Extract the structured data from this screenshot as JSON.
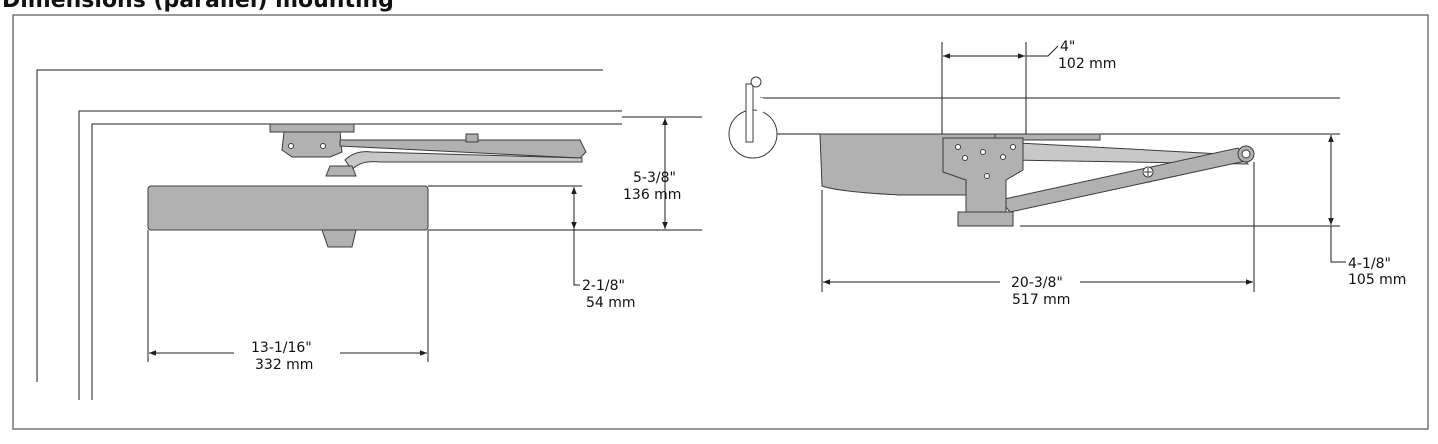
{
  "heading": "Dimensions (parallel) mounting",
  "colors": {
    "body": "#b1b1b1",
    "outline": "#3c3c3c",
    "line": "#1e1e1e",
    "frame": "#555555"
  },
  "left_view": {
    "height": {
      "imperial": "5-3/8\"",
      "metric": "136 mm"
    },
    "projection": {
      "imperial": "2-1/8\"",
      "metric": "54 mm"
    },
    "length": {
      "imperial": "13-1/16\"",
      "metric": "332 mm"
    }
  },
  "right_view": {
    "offset": {
      "imperial": "4\"",
      "metric": "102 mm"
    },
    "arm_length": {
      "imperial": "20-3/8\"",
      "metric": "517 mm"
    },
    "drop": {
      "imperial": "4-1/8\"",
      "metric": "105 mm"
    }
  }
}
